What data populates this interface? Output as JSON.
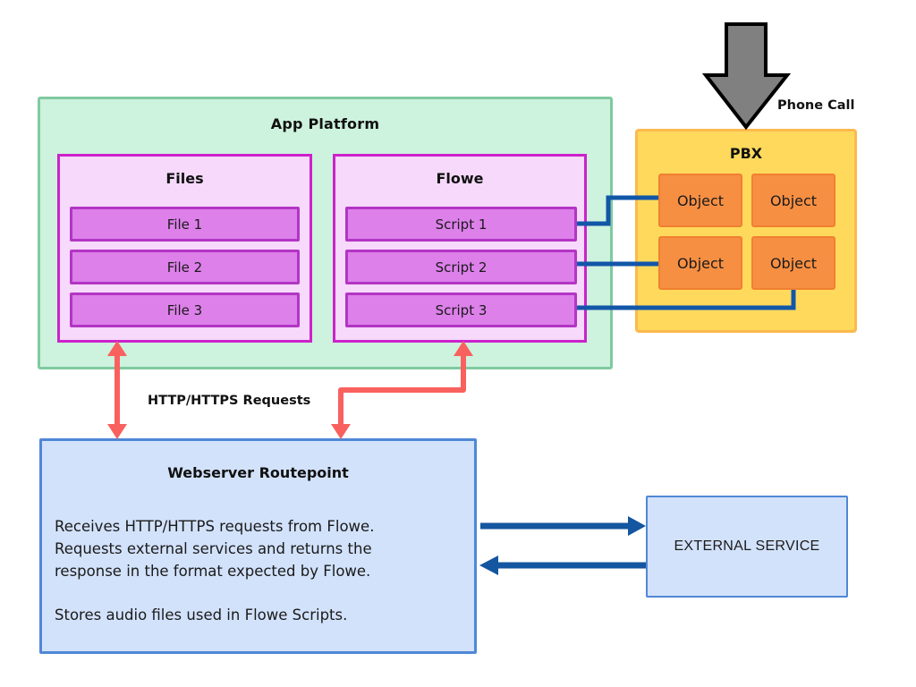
{
  "diagram": {
    "title_bar": null,
    "app_platform": {
      "title": "App Platform",
      "fill": "#cdf2dd",
      "border": "#7fca9f",
      "groups": [
        {
          "name": "files",
          "title": "Files",
          "fill": "#f6d9fb",
          "border": "#cc22cc",
          "items": [
            {
              "label": "File 1"
            },
            {
              "label": "File 2"
            },
            {
              "label": "File 3"
            }
          ]
        },
        {
          "name": "flowe",
          "title": "Flowe",
          "fill": "#f6d9fb",
          "border": "#cc22cc",
          "items": [
            {
              "label": "Script 1"
            },
            {
              "label": "Script 2"
            },
            {
              "label": "Script 3"
            }
          ]
        }
      ]
    },
    "pbx": {
      "title": "PBX",
      "fill": "#ffd95c",
      "border": "#fdb94e",
      "objects": [
        {
          "label": "Object"
        },
        {
          "label": "Object"
        },
        {
          "label": "Object"
        },
        {
          "label": "Object"
        }
      ]
    },
    "phone_call": {
      "label": "Phone Call",
      "arrow_color": "#808080",
      "arrow_stroke": "#000000",
      "icon": "down-arrow-icon"
    },
    "webserver": {
      "title": "Webserver Routepoint",
      "fill": "#d2e2fb",
      "border": "#5087d6",
      "paragraphs": [
        "Receives HTTP/HTTPS requests from Flowe.\nRequests external services and returns the\nresponse in the format expected by Flowe.",
        "Stores audio files used in Flowe Scripts."
      ]
    },
    "external_service": {
      "label": "EXTERNAL SERVICE",
      "fill": "#d2e2fb",
      "border": "#5087d6"
    },
    "connectors": {
      "http_label": "HTTP/HTTPS Requests",
      "http_color": "#f9615e",
      "pbx_link_color": "#1256a8",
      "service_link_color": "#14569f"
    }
  }
}
